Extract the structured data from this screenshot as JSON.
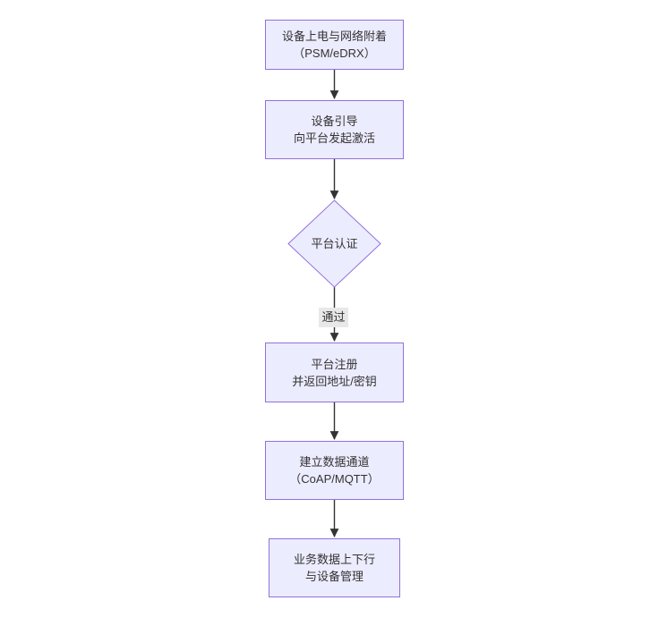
{
  "diagram": {
    "type": "flowchart",
    "direction": "top-down",
    "colors": {
      "background": "#ffffff",
      "node_fill": "#ECECFF",
      "node_border": "#9370DB",
      "edge_line": "#333333",
      "text": "#333333",
      "edge_label_bg": "#e8e8e8"
    },
    "nodes": [
      {
        "id": "A",
        "shape": "rect",
        "lines": [
          "设备上电与网络附着",
          "（PSM/eDRX）"
        ]
      },
      {
        "id": "B",
        "shape": "rect",
        "lines": [
          "设备引导",
          "向平台发起激活"
        ]
      },
      {
        "id": "C",
        "shape": "diamond",
        "lines": [
          "平台认证"
        ]
      },
      {
        "id": "D",
        "shape": "rect",
        "lines": [
          "平台注册",
          "并返回地址/密钥"
        ]
      },
      {
        "id": "E",
        "shape": "rect",
        "lines": [
          "建立数据通道",
          "（CoAP/MQTT）"
        ]
      },
      {
        "id": "F",
        "shape": "rect",
        "lines": [
          "业务数据上下行",
          "与设备管理"
        ]
      }
    ],
    "edges": [
      {
        "from": "A",
        "to": "B",
        "label": ""
      },
      {
        "from": "B",
        "to": "C",
        "label": ""
      },
      {
        "from": "C",
        "to": "D",
        "label": "通过"
      },
      {
        "from": "D",
        "to": "E",
        "label": ""
      },
      {
        "from": "E",
        "to": "F",
        "label": ""
      }
    ]
  }
}
